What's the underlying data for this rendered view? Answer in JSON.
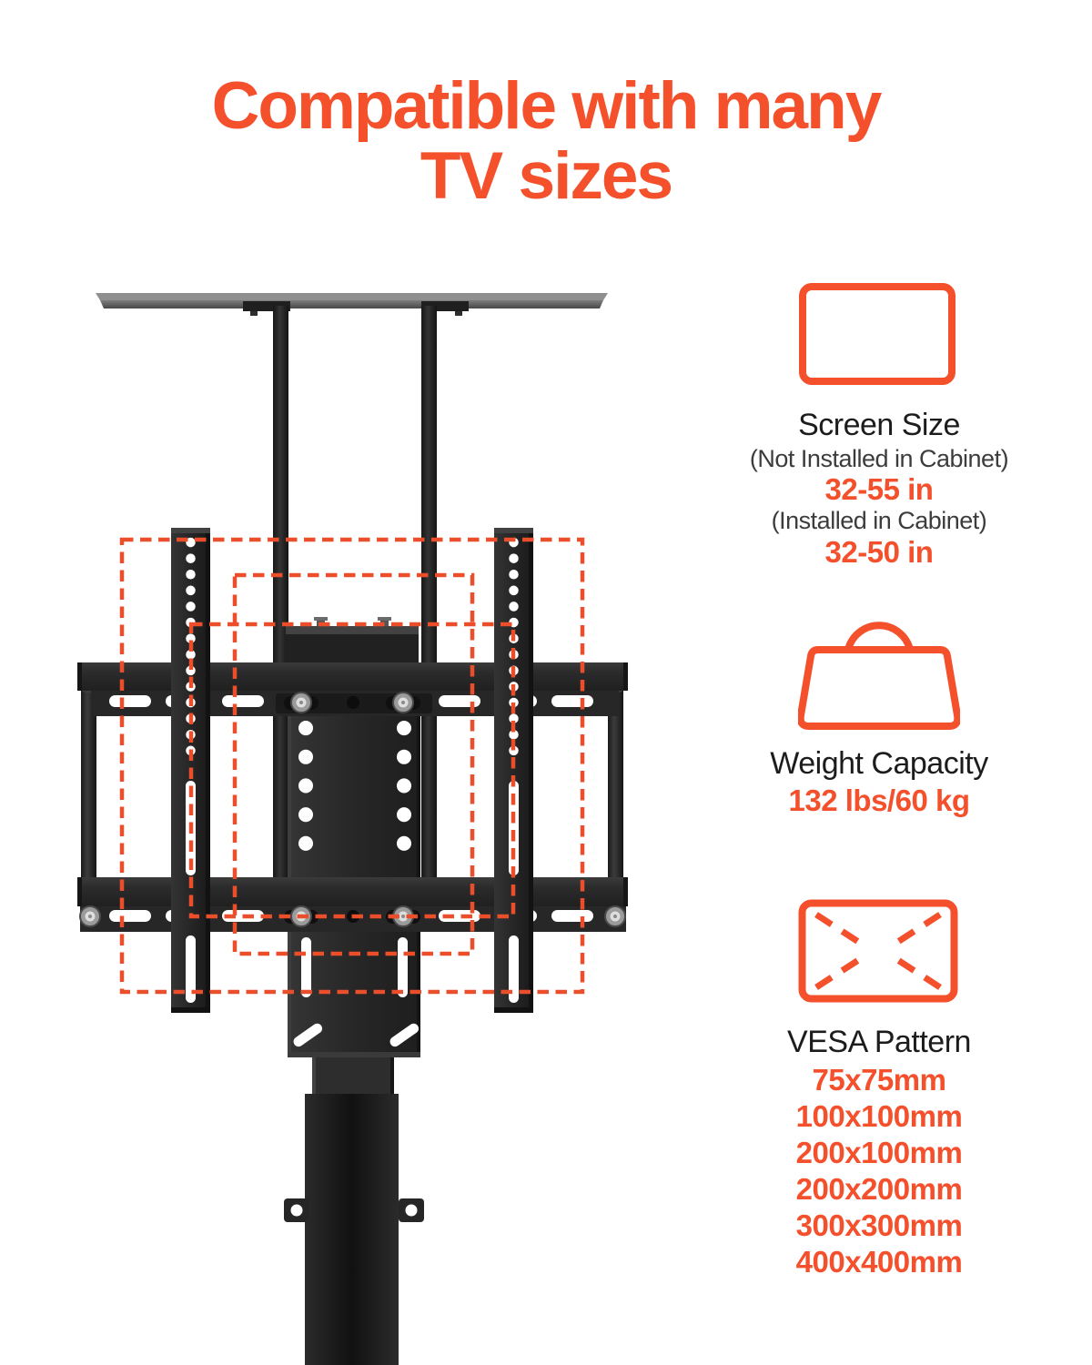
{
  "title": {
    "line1": "Compatible with many",
    "line2": "TV sizes"
  },
  "colors": {
    "accent": "#F4502C",
    "overlay_dash": "#EA4E2B",
    "heading_text": "#1C1C1C",
    "note_text": "#3C3C3C"
  },
  "specs": {
    "screen": {
      "icon": "tv-screen-outline-icon",
      "heading": "Screen Size",
      "rows": [
        {
          "note": "(Not Installed in Cabinet)",
          "value": "32-55 in"
        },
        {
          "note": "(Installed in Cabinet)",
          "value": "32-50 in"
        }
      ]
    },
    "weight": {
      "icon": "weight-bag-outline-icon",
      "heading": "Weight Capacity",
      "value": "132 lbs/60 kg"
    },
    "vesa": {
      "icon": "vesa-pattern-outline-icon",
      "heading": "VESA Pattern",
      "sizes": [
        "75x75mm",
        "100x100mm",
        "200x100mm",
        "200x200mm",
        "300x300mm",
        "400x400mm"
      ]
    }
  }
}
